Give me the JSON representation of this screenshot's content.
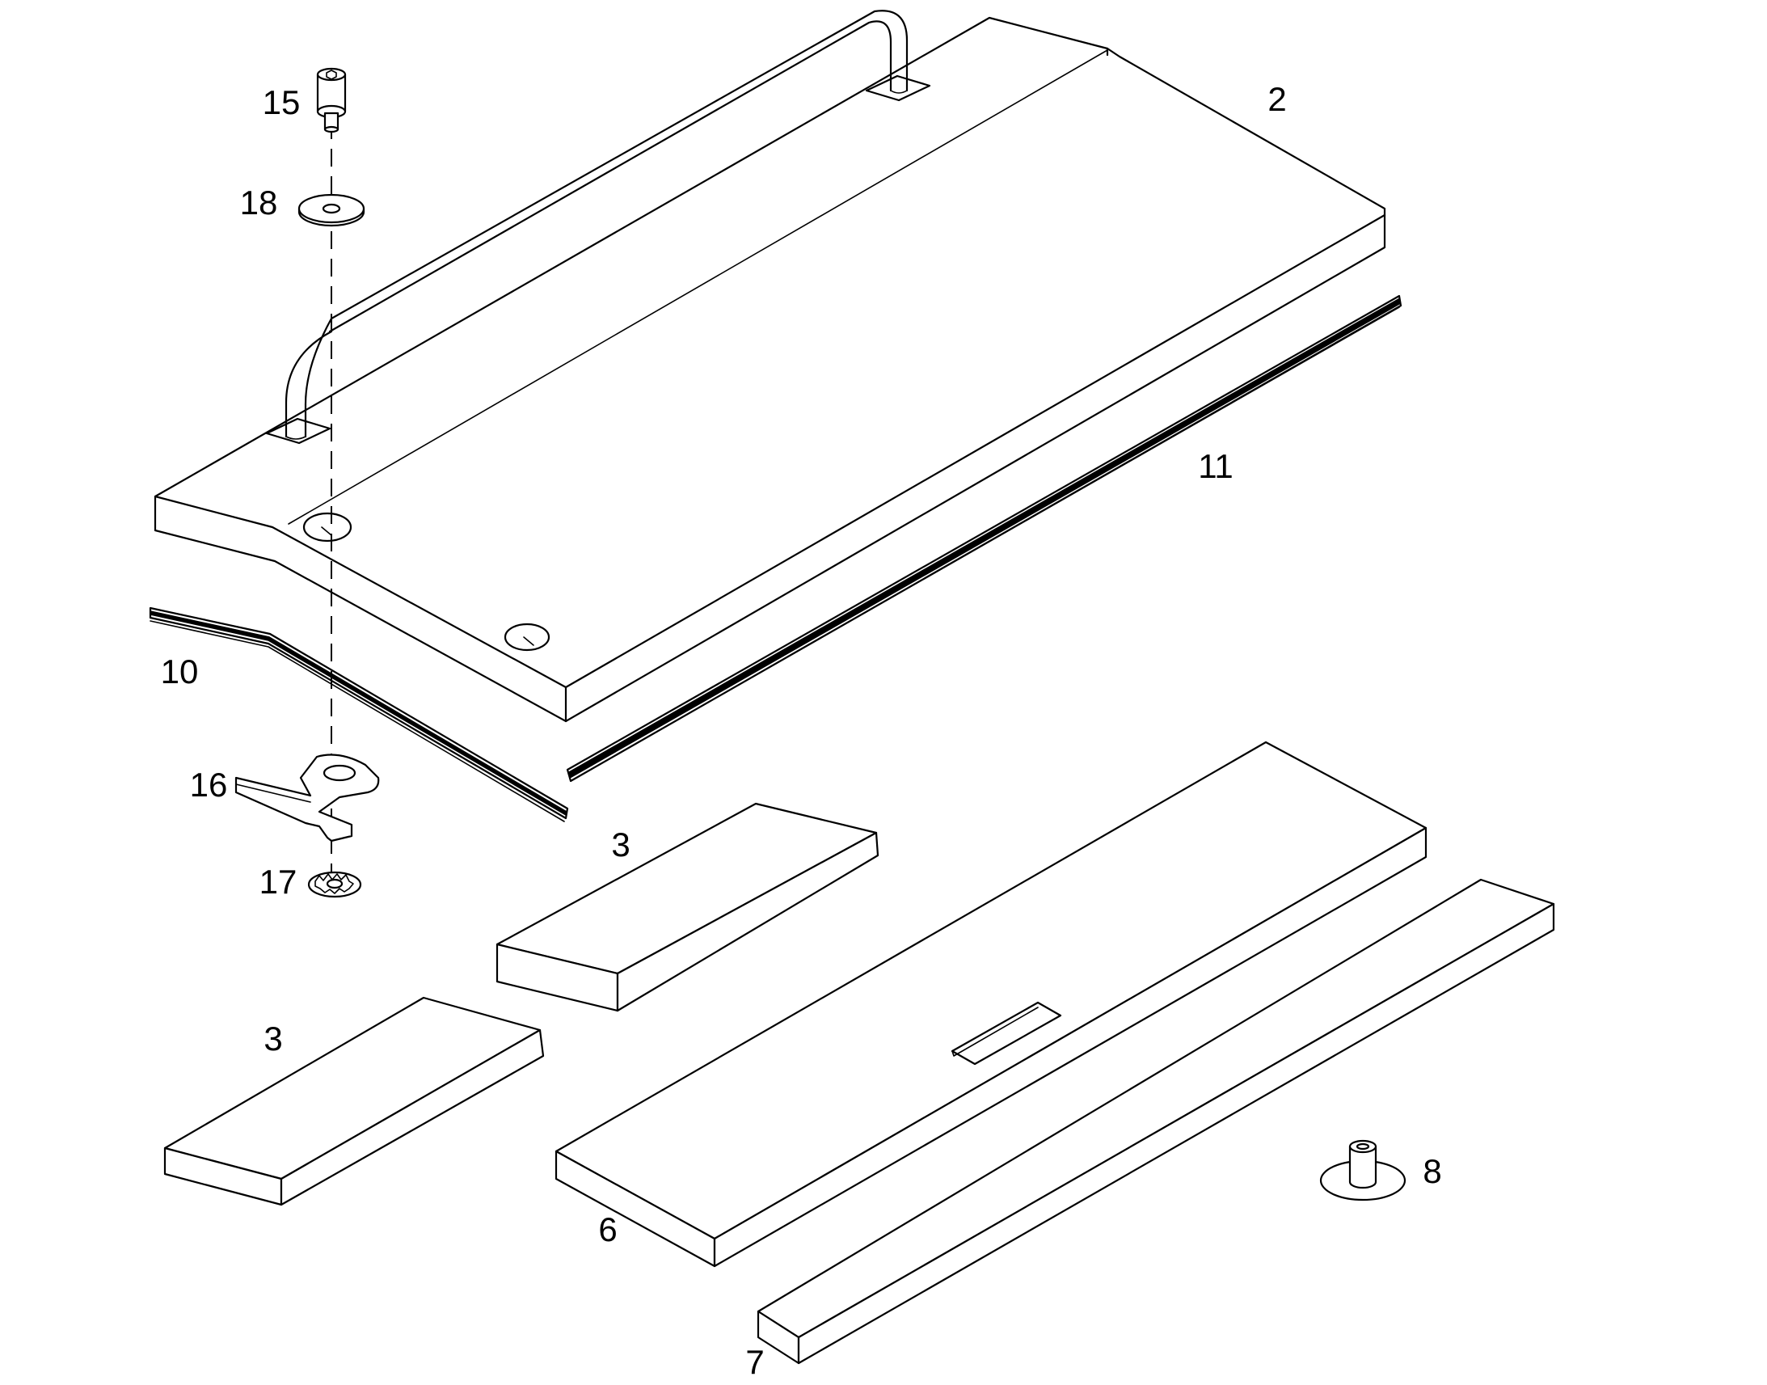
{
  "callouts": {
    "part_2": "2",
    "part_3_upper": "3",
    "part_3_lower": "3",
    "part_6": "6",
    "part_7": "7",
    "part_8": "8",
    "part_10": "10",
    "part_11": "11",
    "part_15": "15",
    "part_16": "16",
    "part_17": "17",
    "part_18": "18"
  },
  "colors": {
    "line": "#000000",
    "background": "#ffffff"
  }
}
